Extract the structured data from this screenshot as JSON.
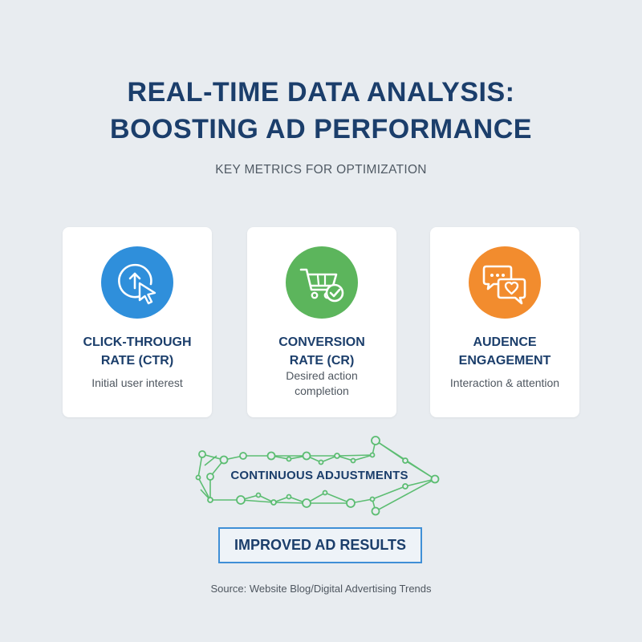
{
  "header": {
    "title_line1": "REAL-TIME DATA ANALYSIS:",
    "title_line2": "BOOSTING AD PERFORMANCE",
    "subtitle": "KEY METRICS FOR OPTIMIZATION"
  },
  "cards": [
    {
      "icon": "click-cursor-icon",
      "color": "#2f8fdb",
      "title_line1": "CLICK-THROUGH",
      "title_line2": "RATE (CTR)",
      "desc_line1": "Initial user interest",
      "desc_line2": ""
    },
    {
      "icon": "shopping-cart-check-icon",
      "color": "#5cb55c",
      "title_line1": "CONVERSION",
      "title_line2": "RATE (CR)",
      "desc_line1": "Desired action",
      "desc_line2": "completion"
    },
    {
      "icon": "chat-heart-icon",
      "color": "#f28c2e",
      "title_line1": "AUDENCE",
      "title_line2": "ENGAGEMENT",
      "desc_line1": "Interaction & attention",
      "desc_line2": ""
    }
  ],
  "flow": {
    "arrow_label": "CONTINUOUS ADJUSTMENTS",
    "arrow_color": "#5cbd72",
    "result_label": "IMPROVED AD RESULTS",
    "result_border_color": "#3f8fd6"
  },
  "footer": {
    "source": "Source: Website Blog/Digital Advertising Trends"
  }
}
